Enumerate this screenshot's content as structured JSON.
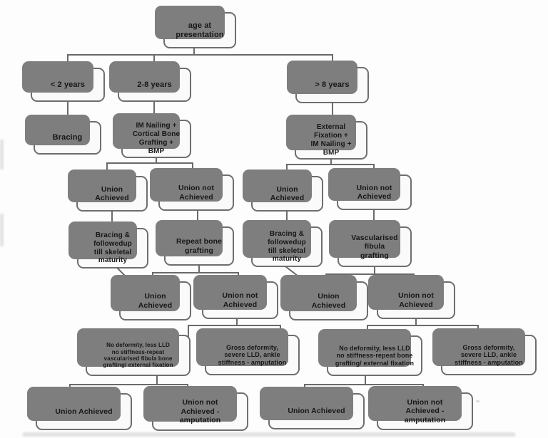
{
  "colors": {
    "box_fill": "#fafafa",
    "box_border": "#6e6e6e",
    "box_shadow": "#7e7e7e",
    "connector": "#6a6a6a",
    "text": "#171717"
  },
  "flowchart": {
    "nodes": {
      "age": {
        "label": "age at\npresentation"
      },
      "age_lt2": {
        "label": "< 2 years"
      },
      "age_2_8": {
        "label": "2-8 years"
      },
      "age_gt8": {
        "label": "> 8 years"
      },
      "tx_bracing": {
        "label": "Bracing"
      },
      "tx_im_nailing": {
        "label": "IM Nailing +\nCortical Bone\nGrafting +\nBMP"
      },
      "tx_ext_fix": {
        "label": "External\nFixation +\nIM Nailing +\nBMP"
      },
      "union1a": {
        "label": "Union\nAchieved"
      },
      "union1b": {
        "label": "Union not\nAchieved"
      },
      "union1c": {
        "label": "Union\nAchieved"
      },
      "union1d": {
        "label": "Union not\nAchieved"
      },
      "brace_followup_left": {
        "label": "Bracing &\nfollowedup\ntill skeletal\nmaturity"
      },
      "repeat_bone_grafting": {
        "label": "Repeat bone\ngrafting"
      },
      "brace_followup_right": {
        "label": "Bracing &\nfollowedup\ntill skeletal\nmaturity"
      },
      "vascularised_fibula": {
        "label": "Vascularised\nfibula\ngrafting"
      },
      "union2a": {
        "label": "Union\nAchieved"
      },
      "union2b": {
        "label": "Union not\nAchieved"
      },
      "union2c": {
        "label": "Union\nAchieved"
      },
      "union2d": {
        "label": "Union not\nAchieved"
      },
      "no_deformity_left": {
        "label": "No deformity, less LLD\nno stiffness-repeat\nvascularised fibula bone\ngrafting/ external fixation"
      },
      "gross_deformity_left": {
        "label": "Gross deformity,\nsevere LLD, ankle\nstiffness - amputation"
      },
      "no_deformity_right": {
        "label": "No deformity, less LLD\nno stiffness-repeat bone\ngrafting/ external fixation"
      },
      "gross_deformity_right": {
        "label": "Gross deformity,\nsevere LLD, ankle\nstiffness - amputation"
      },
      "union3a": {
        "label": "Union Achieved"
      },
      "union3b": {
        "label": "Union not\nAchieved -\namputation"
      },
      "union3c": {
        "label": "Union Achieved"
      },
      "union3d": {
        "label": "Union not\nAchieved -\namputation"
      }
    }
  }
}
